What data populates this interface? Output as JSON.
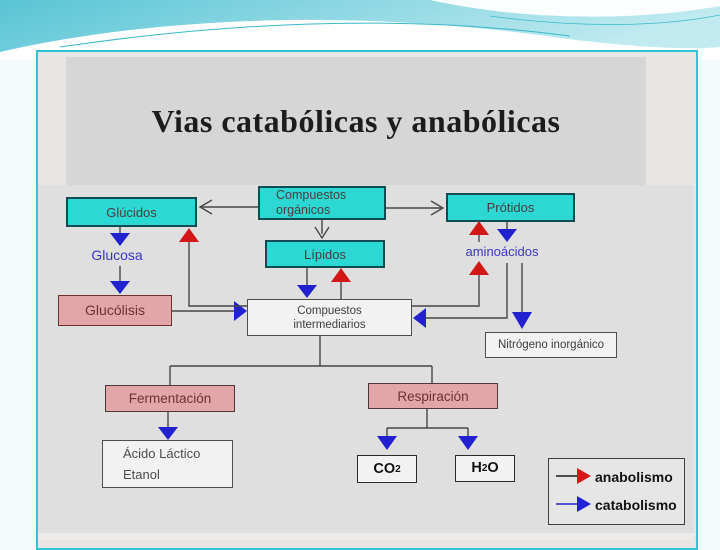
{
  "slide": {
    "title": "Vias catabólicas y anabólicas"
  },
  "diagram": {
    "nodes": {
      "compuestos_organicos": {
        "l1": "Compuestos",
        "l2": "orgánicos"
      },
      "glucidos": {
        "label": "Glúcidos"
      },
      "protidos": {
        "label": "Prótidos"
      },
      "lipidos": {
        "label": "Lípidos"
      },
      "glucosa": {
        "label": "Glucosa"
      },
      "aminoacidos": {
        "label": "aminoácidos"
      },
      "glucolisis": {
        "label": "Glucólisis"
      },
      "compuestos_intermediarios": {
        "l1": "Compuestos",
        "l2": "intermediarios"
      },
      "nitrogeno_inorganico": {
        "label": "Nitrógeno inorgánico"
      },
      "fermentacion": {
        "label": "Fermentación"
      },
      "respiracion": {
        "label": "Respiración"
      },
      "acido_lactico": {
        "l1": "Ácido Láctico",
        "l2": "Etanol"
      },
      "co2": {
        "base": "CO",
        "sub": "2"
      },
      "h2o": {
        "h": "H",
        "sub": "2",
        "o": "O"
      }
    },
    "legend": {
      "anabolismo": "anabolismo",
      "catabolismo": "catabolismo"
    },
    "colors": {
      "teal_fill": "#2bd8d3",
      "pink_fill": "#e2a6a9",
      "anabolism_red": "#d31717",
      "catabolism_blue": "#2121cf",
      "blue_text": "#3a35c8",
      "line_gray": "#474747"
    }
  }
}
